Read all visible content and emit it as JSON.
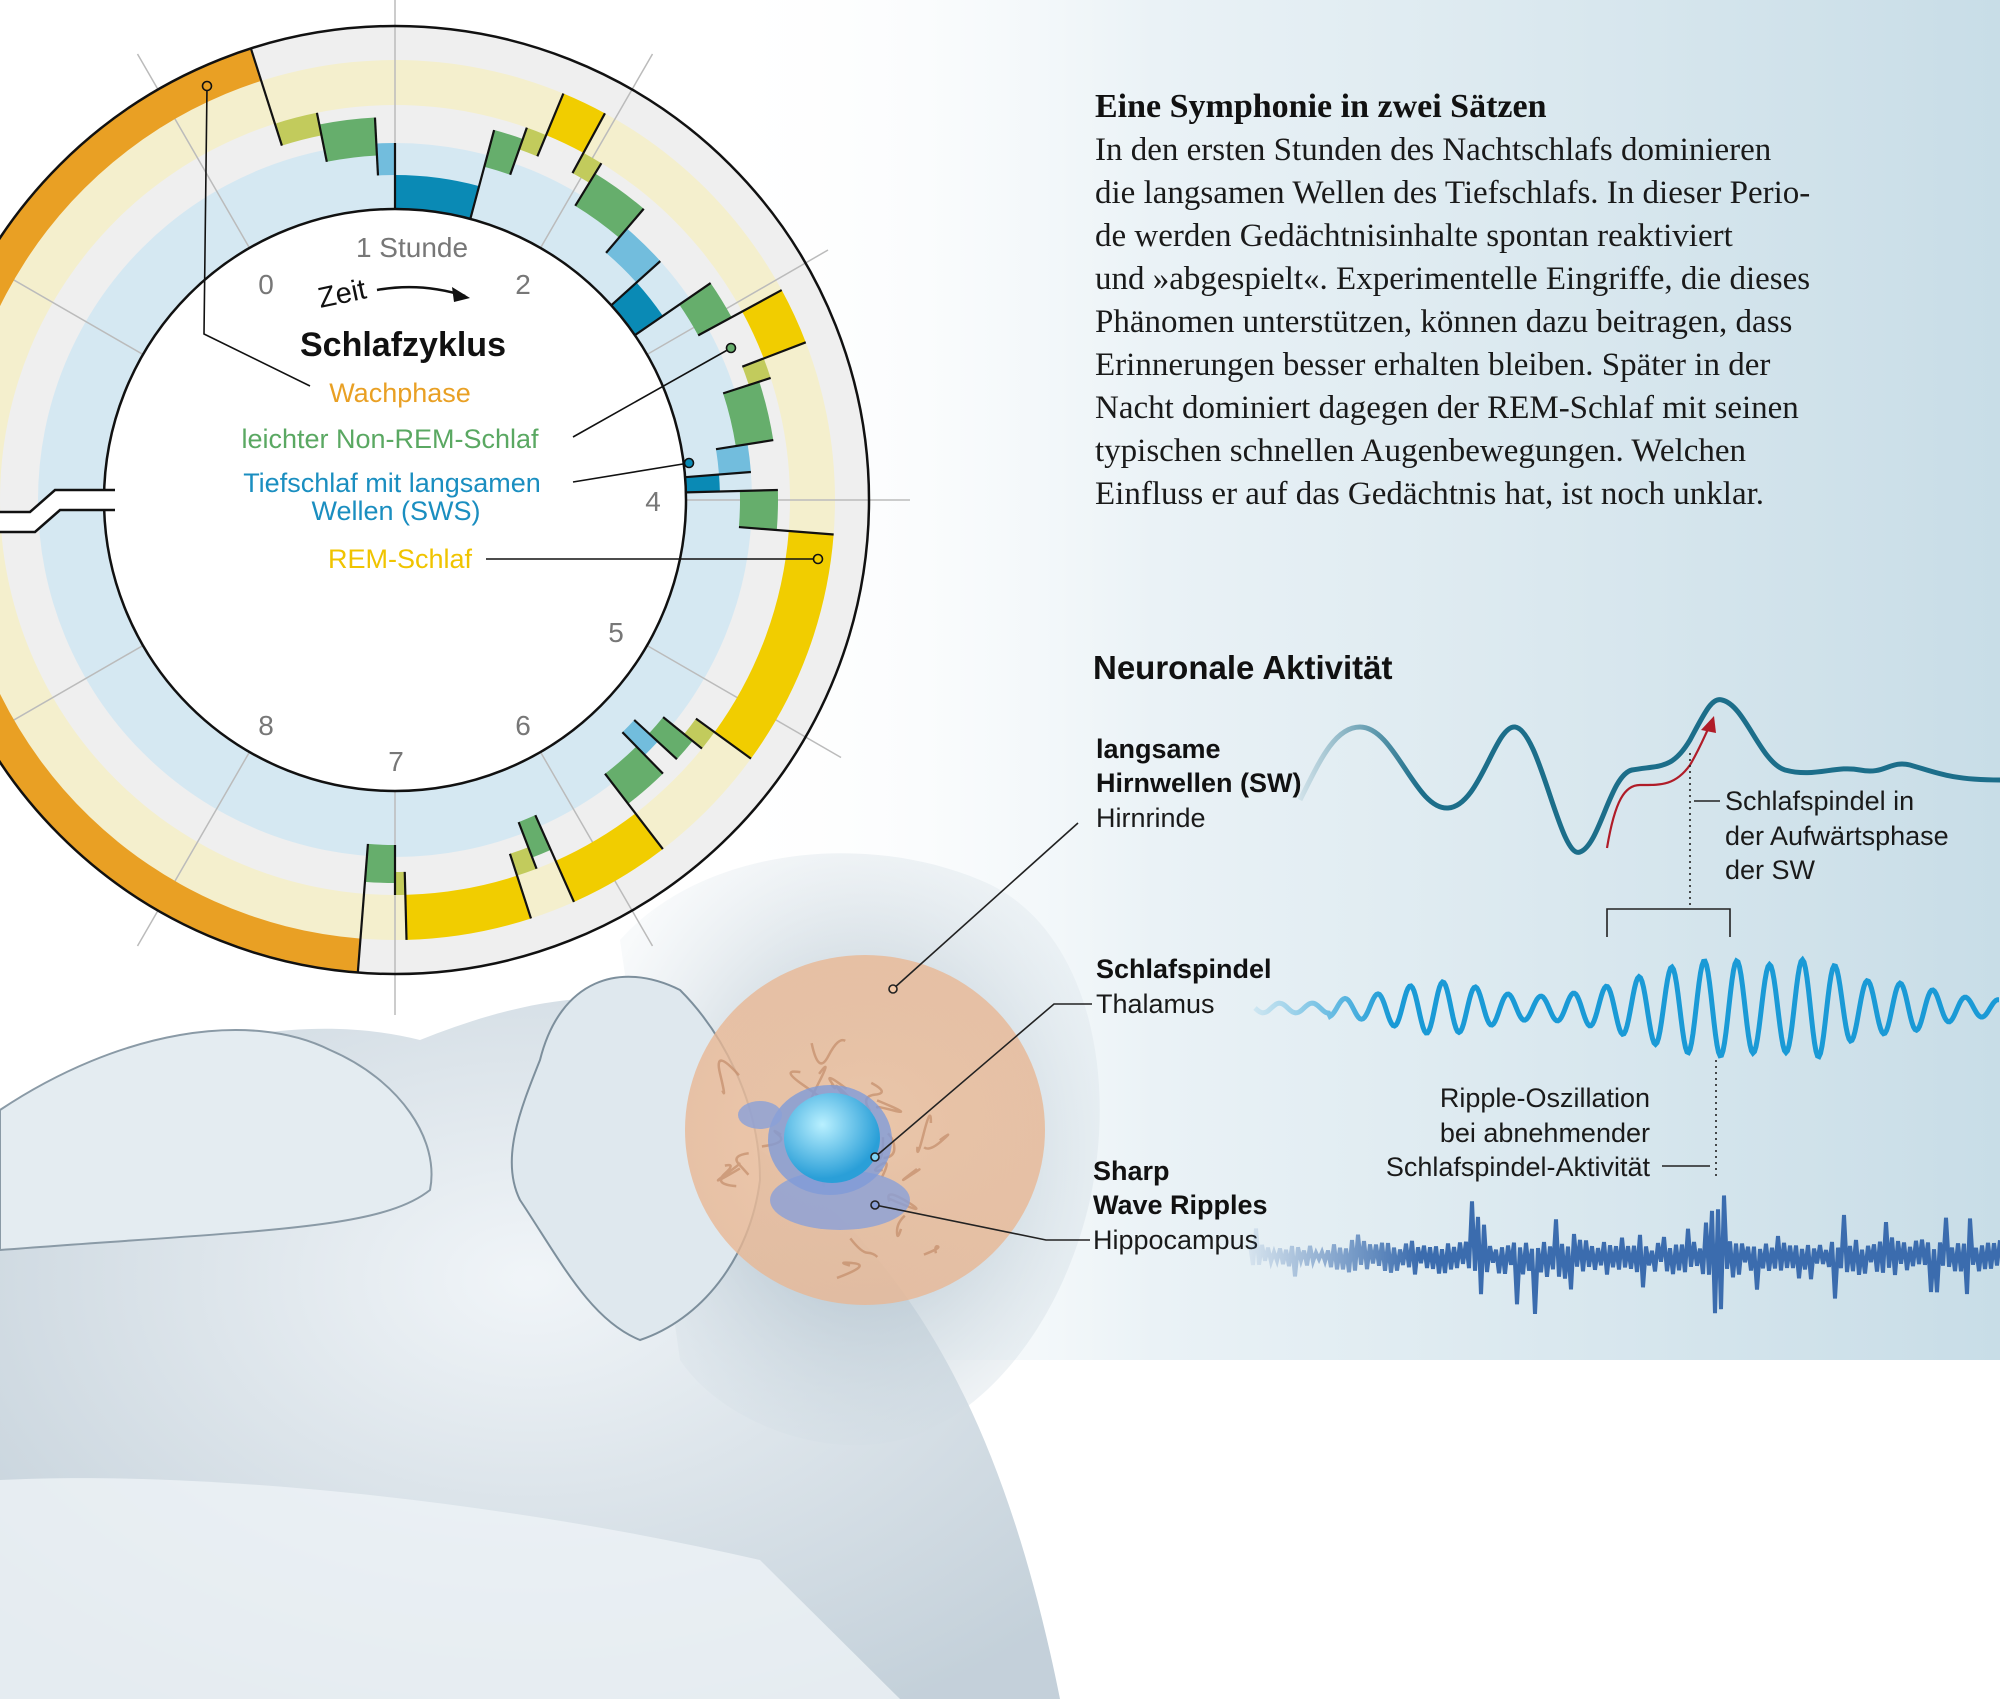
{
  "circle": {
    "title": "Schlafzyklus",
    "hour_label": "1 Stunde",
    "time_label": "Zeit",
    "hour_ticks": [
      "0",
      "2",
      "4",
      "5",
      "6",
      "7",
      "8"
    ],
    "legend": {
      "wake": "Wachphase",
      "light_nrem": "leichter Non-REM-Schlaf",
      "sws_line1": "Tiefschlaf mit langsamen",
      "sws_line2": "Wellen (SWS)",
      "rem": "REM-Schlaf"
    },
    "colors": {
      "W": "#e9a024",
      "R": "#f1cd00",
      "N1": "#c2cb5c",
      "N2": "#66ae6c",
      "N3": "#72bddd",
      "N4": "#0a8ab5"
    },
    "hypnogram": [
      {
        "start": 0.41,
        "end": 0.62,
        "stage": "N1"
      },
      {
        "start": 0.62,
        "end": 0.9,
        "stage": "N2"
      },
      {
        "start": 0.9,
        "end": 1.0,
        "stage": "N3"
      },
      {
        "start": 1.0,
        "end": 1.5,
        "stage": "N4"
      },
      {
        "start": 1.5,
        "end": 1.65,
        "stage": "N2"
      },
      {
        "start": 1.65,
        "end": 1.75,
        "stage": "N1"
      },
      {
        "start": 1.75,
        "end": 1.95,
        "stage": "R"
      },
      {
        "start": 1.95,
        "end": 2.05,
        "stage": "N1"
      },
      {
        "start": 2.05,
        "end": 2.35,
        "stage": "N2"
      },
      {
        "start": 2.35,
        "end": 2.6,
        "stage": "N3"
      },
      {
        "start": 2.6,
        "end": 2.85,
        "stage": "N4"
      },
      {
        "start": 2.85,
        "end": 3.05,
        "stage": "N2"
      },
      {
        "start": 3.05,
        "end": 3.3,
        "stage": "R"
      },
      {
        "start": 3.3,
        "end": 3.4,
        "stage": "N1"
      },
      {
        "start": 3.4,
        "end": 3.7,
        "stage": "N2"
      },
      {
        "start": 3.7,
        "end": 3.85,
        "stage": "N3"
      },
      {
        "start": 3.85,
        "end": 3.95,
        "stage": "N4"
      },
      {
        "start": 3.95,
        "end": 4.15,
        "stage": "N2"
      },
      {
        "start": 4.15,
        "end": 5.2,
        "stage": "R"
      },
      {
        "start": 5.2,
        "end": 5.3,
        "stage": "N1"
      },
      {
        "start": 5.3,
        "end": 5.42,
        "stage": "N2"
      },
      {
        "start": 5.42,
        "end": 5.52,
        "stage": "N3"
      },
      {
        "start": 5.52,
        "end": 5.75,
        "stage": "N2"
      },
      {
        "start": 5.75,
        "end": 6.2,
        "stage": "R"
      },
      {
        "start": 6.2,
        "end": 6.3,
        "stage": "N2"
      },
      {
        "start": 6.3,
        "end": 6.4,
        "stage": "N1"
      },
      {
        "start": 6.4,
        "end": 6.95,
        "stage": "R"
      },
      {
        "start": 6.95,
        "end": 7.0,
        "stage": "N1"
      },
      {
        "start": 7.0,
        "end": 7.15,
        "stage": "N2"
      },
      {
        "start": 7.15,
        "end": 12.41,
        "stage": "W"
      }
    ]
  },
  "article": {
    "title": "Eine Symphonie in zwei Sätzen",
    "lines": [
      "In den ersten Stunden des Nachtschlafs dominieren",
      "die langsamen Wellen des Tiefschlafs. In dieser Perio-",
      "de werden Gedächtnisinhalte spontan reaktiviert",
      "und »abgespielt«. Experimentelle Eingriffe, die dieses",
      "Phänomen unterstützen, können dazu beitragen, dass",
      "Erinnerungen besser erhalten bleiben. Später in der",
      "Nacht dominiert dagegen der REM-Schlaf mit seinen",
      "typischen schnellen Augenbewegungen. Welchen",
      "Einfluss er auf das Gedächtnis hat, ist noch unklar."
    ]
  },
  "activity": {
    "title": "Neuronale Aktivität",
    "sw": {
      "name1": "langsame",
      "name2": "Hirnwellen (SW)",
      "region": "Hirnrinde"
    },
    "spindle_note": [
      "Schlafspindel in",
      "der Aufwärtsphase",
      "der SW"
    ],
    "spindle": {
      "name": "Schlafspindel",
      "region": "Thalamus"
    },
    "ripple_note": [
      "Ripple-Oszillation",
      "bei abnehmender",
      "Schlafspindel-Aktivität"
    ],
    "ripples": {
      "name1": "Sharp",
      "name2": "Wave Ripples",
      "region": "Hippocampus"
    }
  }
}
